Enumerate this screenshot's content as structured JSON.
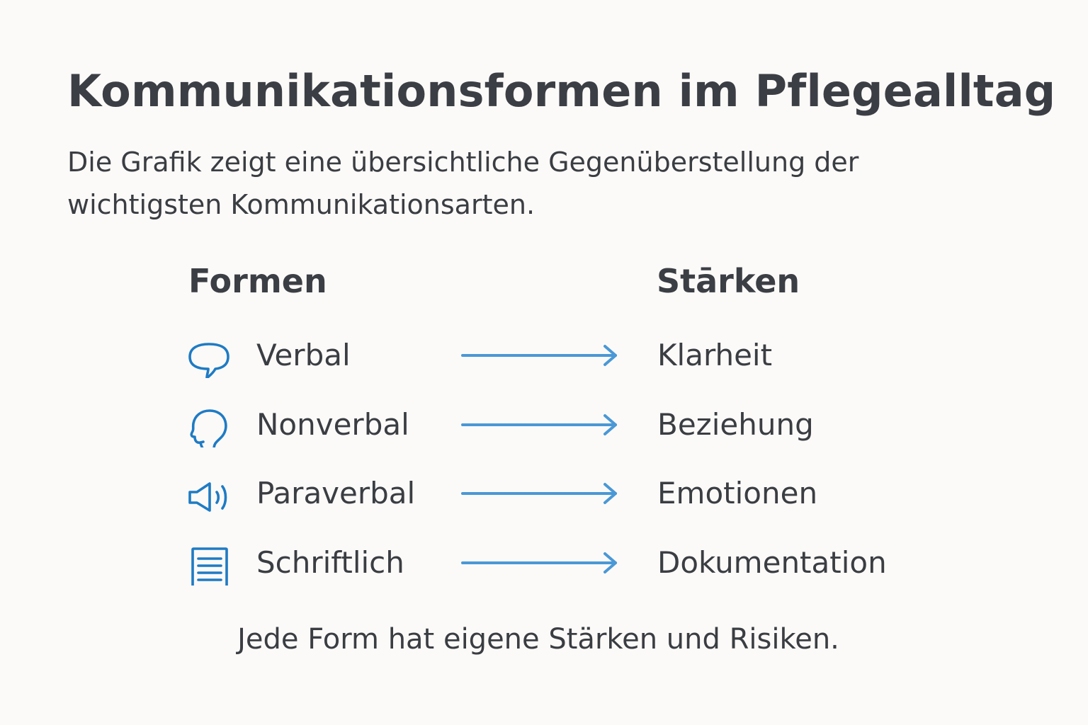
{
  "title": "Kommunikationsformen im Pflegealltag",
  "subtitle": "Die Grafik zeigt eine übersichtliche Gegenüberstellung der wichtigsten Kommunikationsarten.",
  "columns": {
    "forms": "Formen",
    "strengths": "Stārken"
  },
  "rows": [
    {
      "form": "Verbal",
      "strength": "Klarheit",
      "icon": "speech-bubble-icon"
    },
    {
      "form": "Nonverbal",
      "strength": "Beziehung",
      "icon": "head-profile-icon"
    },
    {
      "form": "Paraverbal",
      "strength": "Emotionen",
      "icon": "speaker-icon"
    },
    {
      "form": "Schriftlich",
      "strength": "Dokumentation",
      "icon": "document-icon"
    }
  ],
  "footer": "Jede Form hat eigene Stärken und Risiken.",
  "colors": {
    "background": "#fbfaf8",
    "text": "#3a3d42",
    "icon": "#1f7bc4",
    "arrow": "#4a98d6"
  }
}
